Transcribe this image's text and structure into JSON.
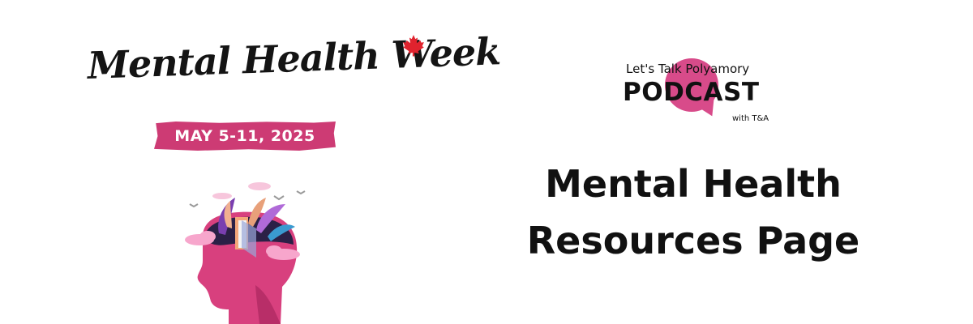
{
  "event": {
    "title": "Mental Health Week",
    "dates": "MAY 5-11, 2025"
  },
  "podcast": {
    "tagline": "Let's Talk Polyamory",
    "name": "PODCAST",
    "hosts": "with T&A"
  },
  "page": {
    "heading_line1": "Mental Health",
    "heading_line2": "Resources Page"
  },
  "icons": {
    "maple_leaf": "maple-leaf-icon",
    "head": "head-with-plants-illustration",
    "speech_bubble": "speech-bubble-icon"
  },
  "colors": {
    "accent_pink": "#cd3b74",
    "logo_pink": "#d84b8a",
    "text": "#111111",
    "background": "#ffffff"
  }
}
